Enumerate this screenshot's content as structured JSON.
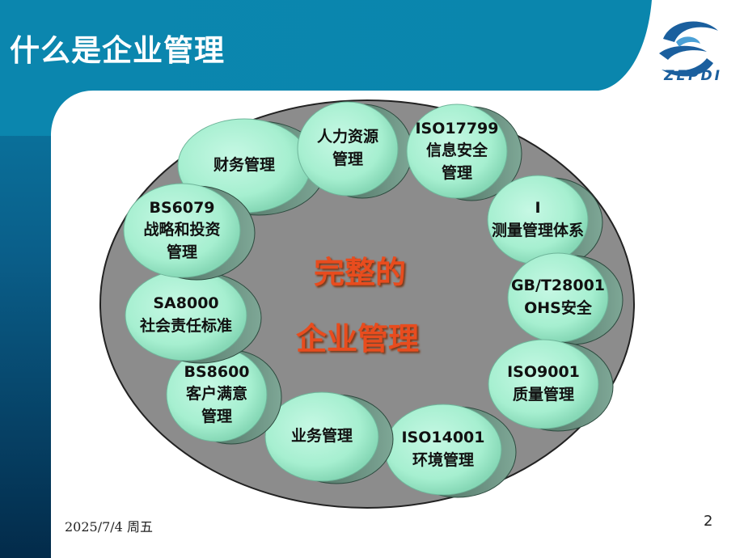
{
  "slide": {
    "title": "什么是企业管理",
    "logo_text": "ZEPDI",
    "center_line1": "完整的",
    "center_line2": "企业管理",
    "date": "2025/7/4 周五",
    "page_number": "2"
  },
  "bubbles": [
    {
      "id": "finance",
      "lines": [
        "财务管理"
      ]
    },
    {
      "id": "hr",
      "lines": [
        "人力资源",
        "管理"
      ]
    },
    {
      "id": "iso17799",
      "lines": [
        "ISO17799",
        "信息安全",
        "管理"
      ]
    },
    {
      "id": "measure",
      "lines": [
        "I",
        "测量管理体系"
      ]
    },
    {
      "id": "gbt28001",
      "lines": [
        "GB/T28001",
        "OHS安全"
      ]
    },
    {
      "id": "iso9001",
      "lines": [
        "ISO9001",
        "质量管理"
      ]
    },
    {
      "id": "iso14001",
      "lines": [
        "ISO14001",
        "环境管理"
      ]
    },
    {
      "id": "business",
      "lines": [
        "业务管理"
      ]
    },
    {
      "id": "bs8600",
      "lines": [
        "BS8600",
        "客户满意",
        "管理"
      ]
    },
    {
      "id": "sa8000",
      "lines": [
        "SA8000",
        "社会责任标准"
      ]
    },
    {
      "id": "bs6079",
      "lines": [
        "BS6079",
        "战略和投资",
        "管理"
      ]
    }
  ],
  "colors": {
    "banner": "#0b83ac",
    "banner_dark": "#033a5c",
    "ellipse": "#8a8a8a",
    "bubble": "#a9f0d2",
    "bubble_edge": "#4c8b73",
    "center_text": "#e84c1e"
  }
}
